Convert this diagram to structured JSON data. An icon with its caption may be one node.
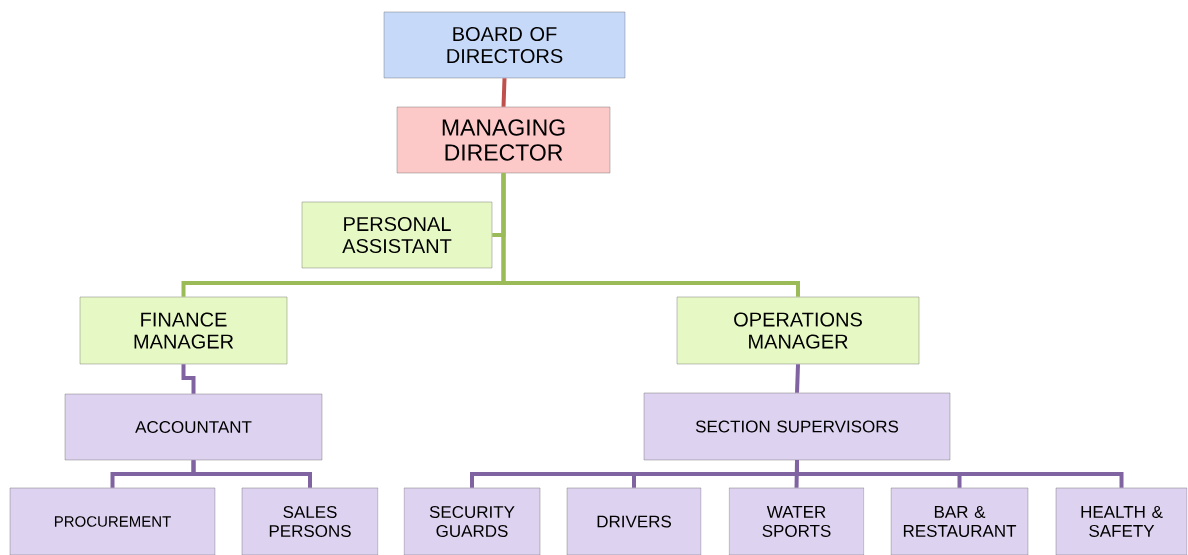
{
  "diagram": {
    "nodes": [
      {
        "text": [
          "BOARD OF DIRECTORS"
        ]
      },
      {
        "text": [
          "MANAGING DIRECTOR"
        ]
      },
      {
        "text": [
          "PERSONAL ASSISTANT"
        ]
      },
      {
        "text": [
          "FINANCE MANAGER"
        ]
      },
      {
        "text": [
          "OPERATIONS MANAGER"
        ]
      },
      {
        "text": [
          "ACCOUNTANT"
        ]
      },
      {
        "text": [
          "SECTION SUPERVISORS"
        ]
      },
      {
        "text": [
          "PROCUREMENT"
        ]
      },
      {
        "text": [
          "SALES PERSONS"
        ]
      },
      {
        "text": [
          "SECURITY GUARDS"
        ]
      },
      {
        "text": [
          "DRIVERS"
        ]
      },
      {
        "text": [
          "WATER SPORTS"
        ]
      },
      {
        "text": [
          "BAR & RESTAURANT"
        ]
      },
      {
        "text": [
          "HEALTH & SAFETY"
        ]
      }
    ],
    "edges": [
      {
        "from": 0,
        "to": 1,
        "arrow": "none",
        "color": "#c0504d"
      },
      {
        "from": 1,
        "to": 2,
        "arrow": "none",
        "color": "#9bbb59"
      },
      {
        "from": 1,
        "to": 3,
        "arrow": "none",
        "color": "#9bbb59"
      },
      {
        "from": 1,
        "to": 4,
        "arrow": "none",
        "color": "#9bbb59"
      },
      {
        "from": 3,
        "to": 5,
        "arrow": "none"
      },
      {
        "from": 4,
        "to": 6,
        "arrow": "none"
      },
      {
        "from": 5,
        "to": 7,
        "arrow": "none"
      },
      {
        "from": 5,
        "to": 8,
        "arrow": "none"
      },
      {
        "from": 6,
        "to": 9,
        "arrow": "none"
      },
      {
        "from": 6,
        "to": 10,
        "arrow": "none"
      },
      {
        "from": 6,
        "to": 11,
        "arrow": "none"
      },
      {
        "from": 6,
        "to": 12,
        "arrow": "none"
      },
      {
        "from": 6,
        "to": 13,
        "arrow": "none"
      }
    ]
  }
}
